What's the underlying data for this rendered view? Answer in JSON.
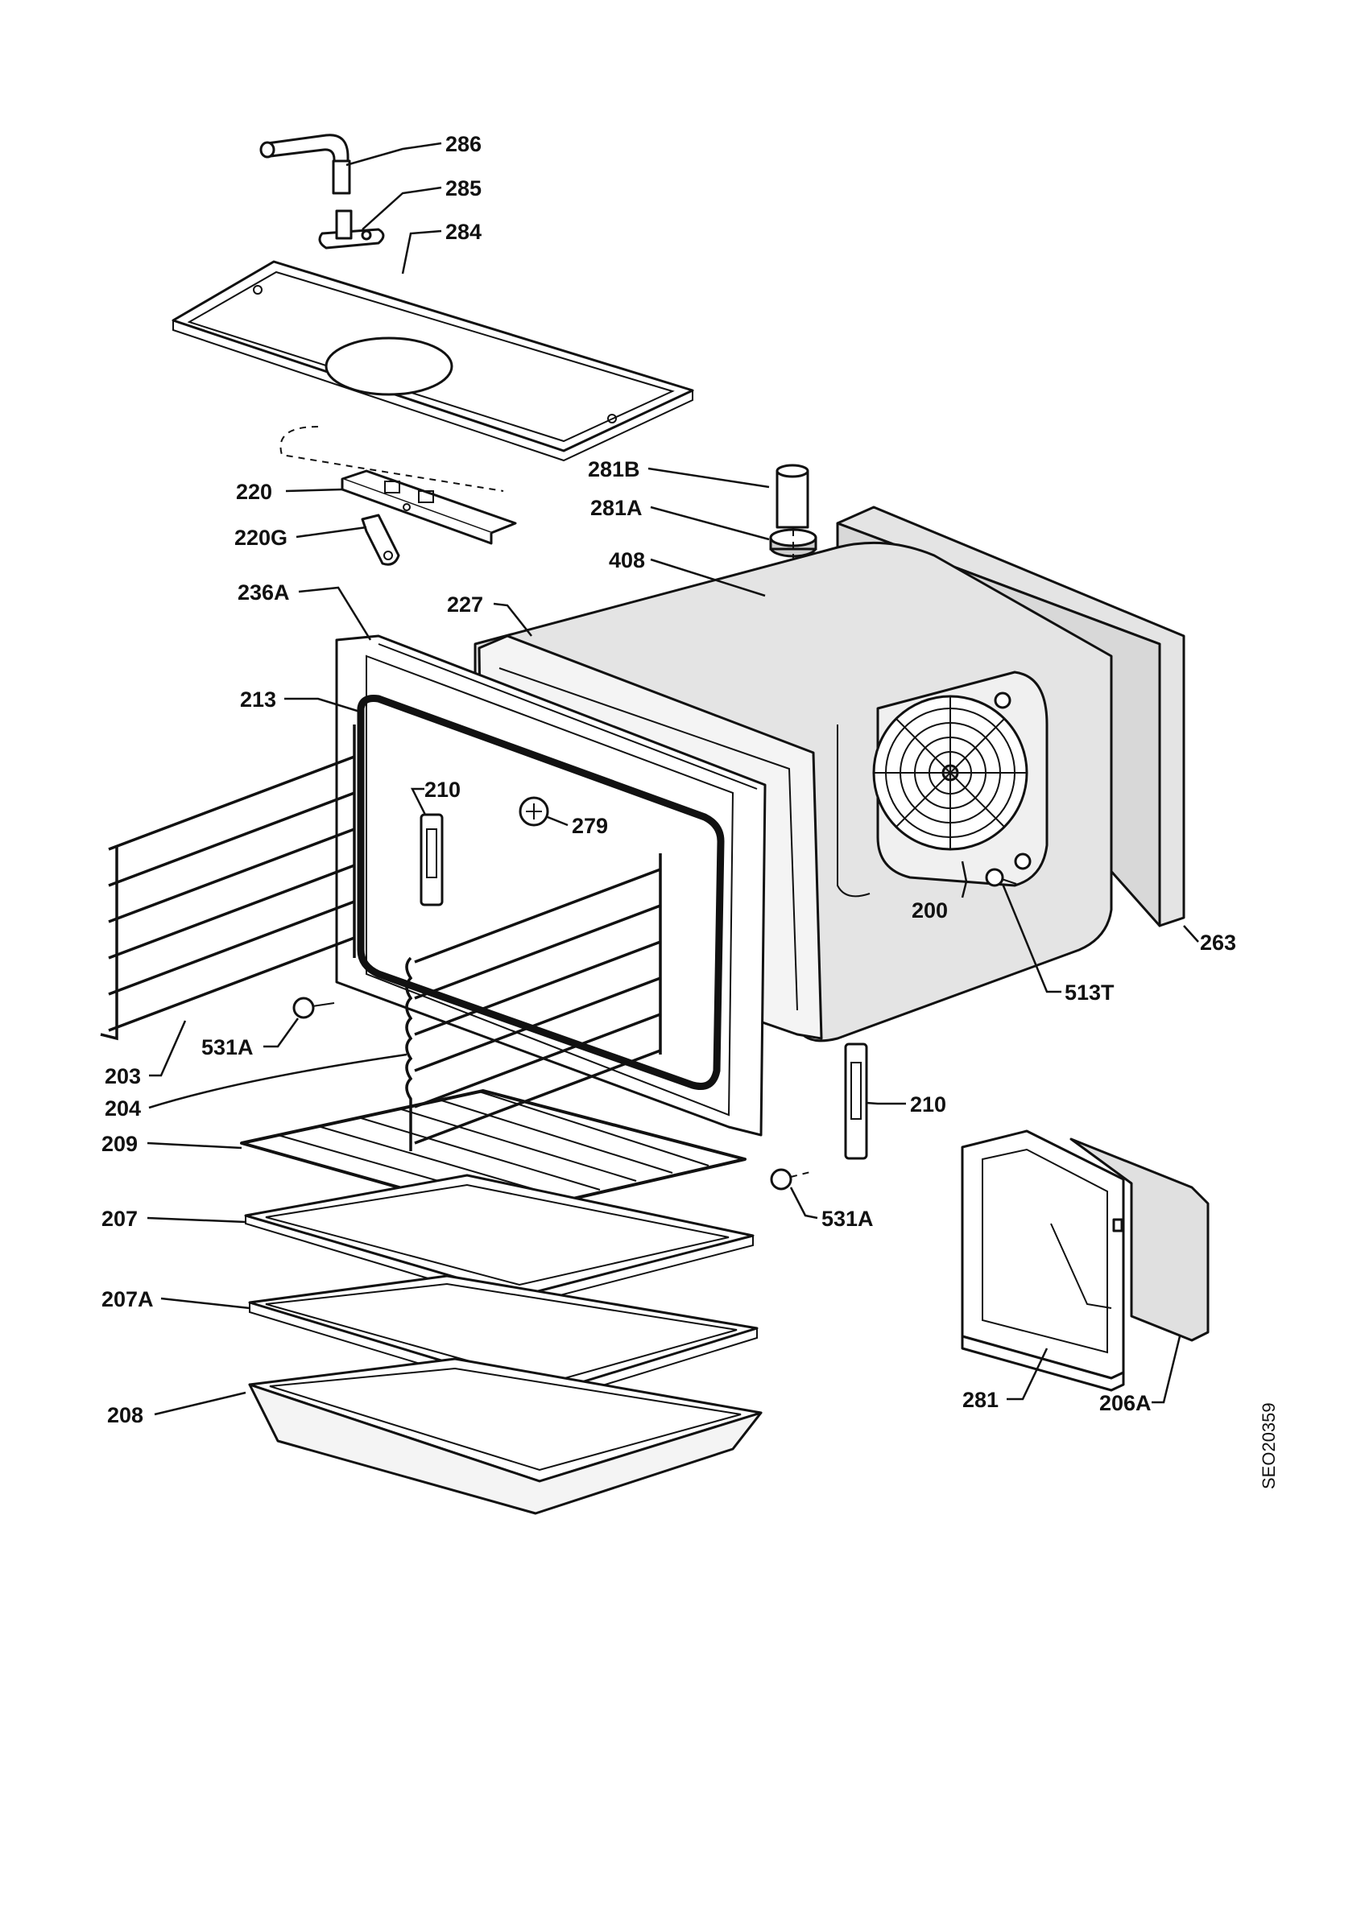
{
  "diagram": {
    "labels": {
      "l286": "286",
      "l285": "285",
      "l284": "284",
      "l281B": "281B",
      "l281A": "281A",
      "l220": "220",
      "l220G": "220G",
      "l408": "408",
      "l236A": "236A",
      "l227": "227",
      "l213": "213",
      "l210a": "210",
      "l279": "279",
      "l200": "200",
      "l263": "263",
      "l513T": "513T",
      "l203": "203",
      "l531Aa": "531A",
      "l204": "204",
      "l210b": "210",
      "l209": "209",
      "l531Ab": "531A",
      "l207": "207",
      "l207A": "207A",
      "l208": "208",
      "l281": "281",
      "l206A": "206A"
    },
    "drawing_code": "SEO20359"
  }
}
